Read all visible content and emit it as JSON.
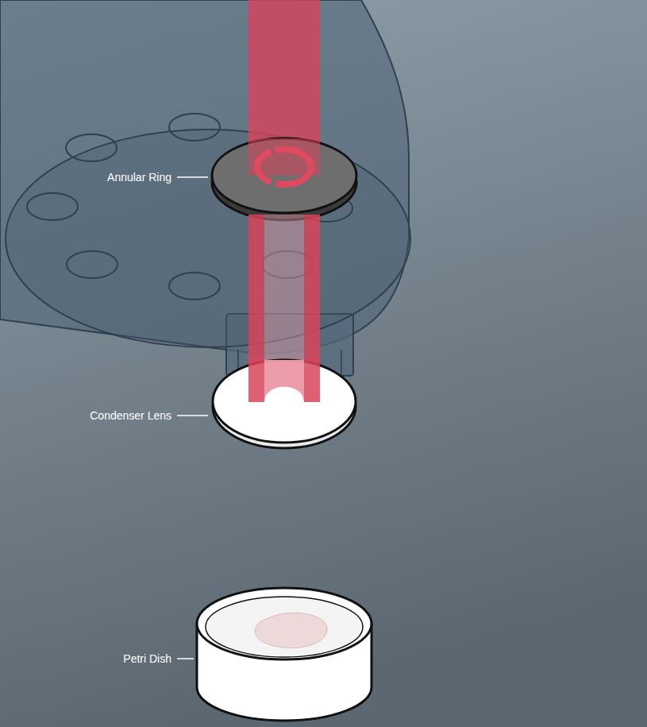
{
  "diagram": {
    "labels": [
      "Annular Ring",
      "Condenser Lens",
      "Petri Dish"
    ]
  }
}
